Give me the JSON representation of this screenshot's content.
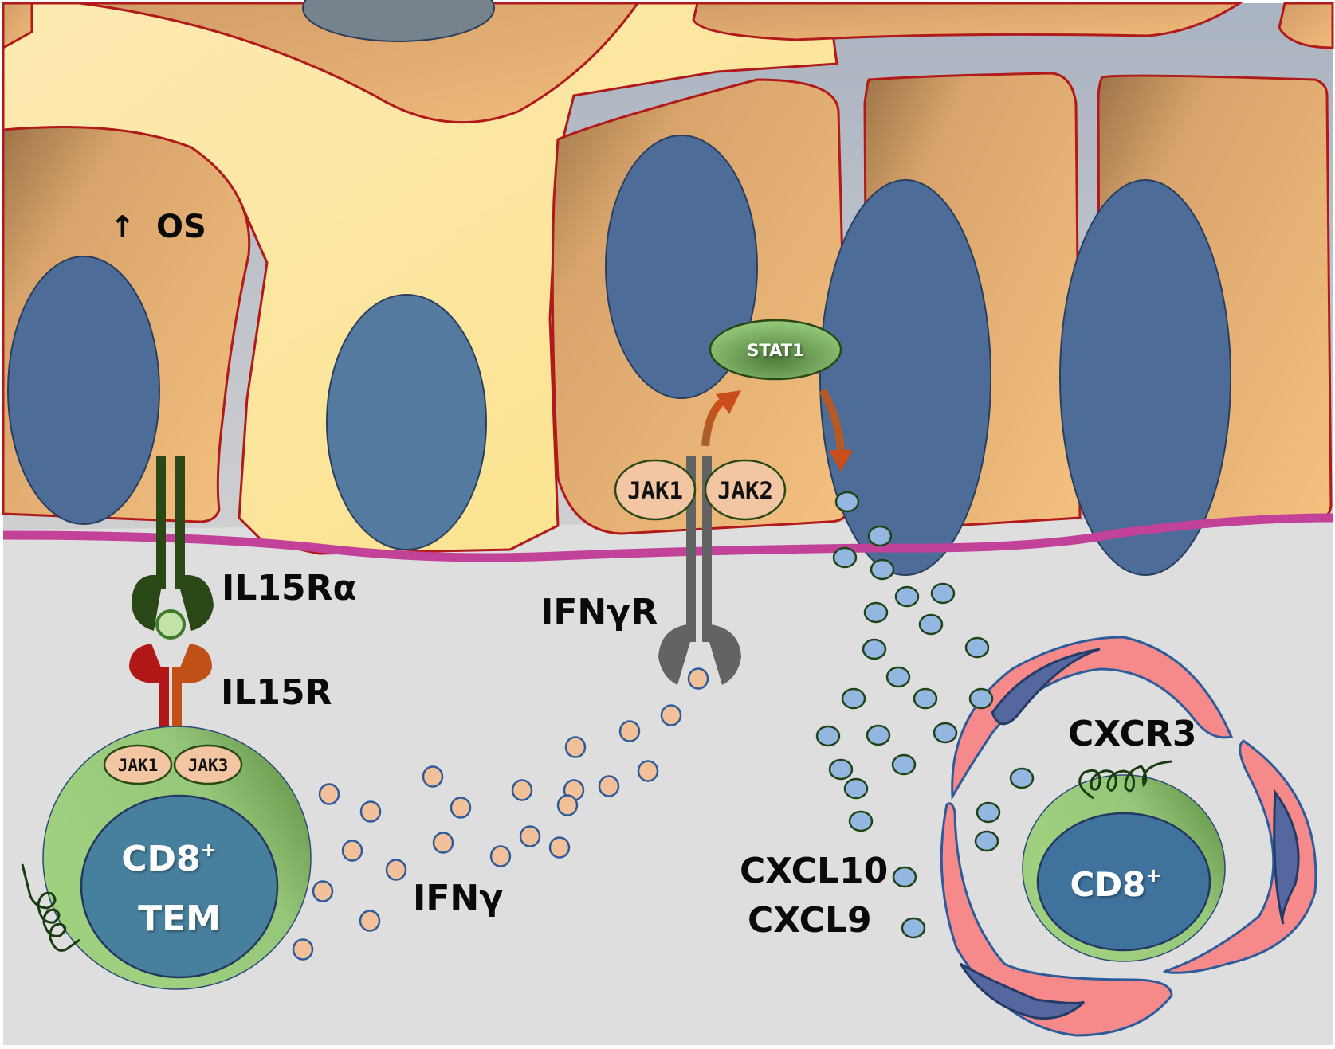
{
  "diagram": {
    "title": "",
    "colors": {
      "background": "#dedede",
      "interstitial": "#b4b8c0",
      "tan_cell": "#e7b275",
      "yellow_cell": "#fce597",
      "cell_border": "#b01a1a",
      "nucleus": "#4c6d9a",
      "basement_membrane": "#c2429a",
      "t_cell_body": "#96c77a",
      "t_cell_nucleus": "#47809d",
      "il15ra": "#2a4716",
      "il15r_left": "#b01818",
      "il15r_right": "#c05018",
      "ifngr": "#636363",
      "jak_fill": "#f2c6a2",
      "jak_border": "#2a4716",
      "stat1": "#7eb360",
      "arrow": "#c2501e",
      "ifng_particle": "#f3c199",
      "ifng_particle_border": "#2e5c9b",
      "cxcl_particle": "#93b7e1",
      "cxcl_particle_border": "#1f4416",
      "pericyte": "#f68a8a",
      "pericyte_nucleus": "#55679f"
    },
    "labels": {
      "oxidative_stress": "OS",
      "oxidative_stress_arrow": "↑",
      "il15ra": "IL15Rα",
      "il15r": "IL15R",
      "ifngr": "IFNγR",
      "ifng": "IFNγ",
      "stat1": "STAT1",
      "jak1_epithelial": "JAK1",
      "jak2_epithelial": "JAK2",
      "jak1_tcell": "JAK1",
      "jak3_tcell": "JAK3",
      "tem_cell_line1": "CD8",
      "tem_cell_sup": "+",
      "tem_cell_line2": "TEM",
      "cd8_cell": "CD8",
      "cd8_cell_sup": "+",
      "cxcr3": "CXCR3",
      "cxcl10": "CXCL10",
      "cxcl9": "CXCL9"
    },
    "particle_counts": {
      "ifng": 22,
      "cxcl": 26
    }
  }
}
